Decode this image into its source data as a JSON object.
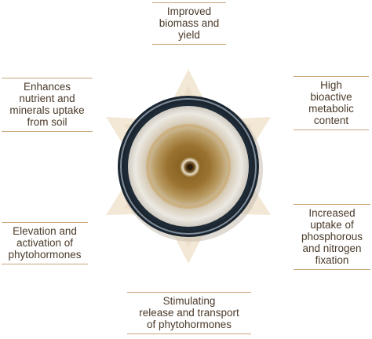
{
  "labels": {
    "top": [
      "Improved",
      "biomass and",
      "yield"
    ],
    "top_left": [
      "Enhances",
      "nutrient and",
      "minerals uptake",
      "from soil"
    ],
    "top_right": [
      "High",
      "bioactive",
      "metabolic",
      "content"
    ],
    "bottom_left": [
      "Elevation and",
      "activation of",
      "phytohormones"
    ],
    "bottom_right": [
      "Increased",
      "uptake of",
      "phosphorous",
      "and nitrogen",
      "fixation"
    ],
    "bottom": [
      "Stimulating",
      "release and transport",
      "of phytohormones"
    ]
  },
  "colors": {
    "star_fill": "#f3e8d6",
    "text": "#4a3a2a",
    "rule": "#c9a77a",
    "dish_rim": "#1b2530",
    "fungus_light": "#ebe7df",
    "fungus_mid": "#b38a3e",
    "fungus_dark": "#6b4a1c"
  }
}
